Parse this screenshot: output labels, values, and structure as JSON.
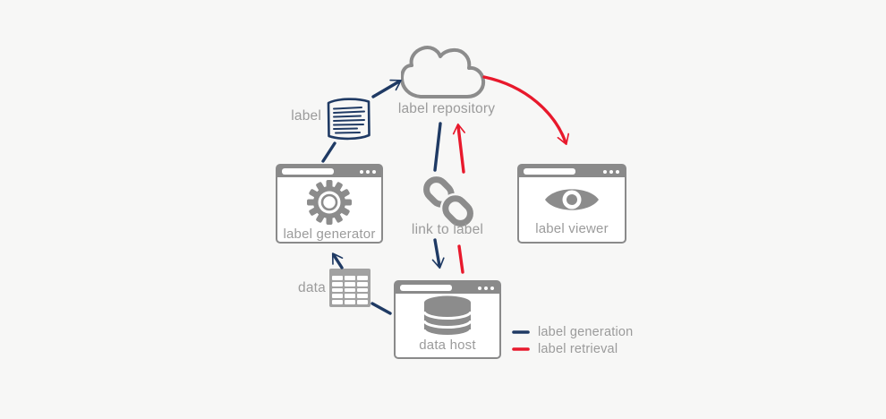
{
  "colors": {
    "background": "#f7f7f6",
    "label_generation": "#1f3a64",
    "label_retrieval": "#e8192c",
    "icon_gray": "#8c8c8c",
    "muted_text": "#9b9b9b"
  },
  "nodes": {
    "repository": {
      "label": "label repository",
      "icon": "cloud-icon"
    },
    "label_doc": {
      "label": "label",
      "icon": "document-icon"
    },
    "generator": {
      "label": "label generator",
      "icon": "gear-icon"
    },
    "link": {
      "label": "link to label",
      "icon": "chain-link-icon"
    },
    "viewer": {
      "label": "label viewer",
      "icon": "eye-icon"
    },
    "data_table": {
      "label": "data",
      "icon": "table-icon"
    },
    "data_host": {
      "label": "data host",
      "icon": "database-icon"
    }
  },
  "edges": [
    {
      "from": "data host",
      "to": "data",
      "flow": "label generation"
    },
    {
      "from": "data",
      "to": "label generator",
      "flow": "label generation"
    },
    {
      "from": "label generator",
      "to": "label",
      "flow": "label generation"
    },
    {
      "from": "label",
      "to": "label repository",
      "flow": "label generation"
    },
    {
      "from": "label repository",
      "to": "link to label",
      "flow": "label generation"
    },
    {
      "from": "link to label",
      "to": "data host",
      "flow": "label generation"
    },
    {
      "from": "data host",
      "to": "link to label",
      "flow": "label retrieval"
    },
    {
      "from": "link to label",
      "to": "label repository",
      "flow": "label retrieval"
    },
    {
      "from": "label repository",
      "to": "label viewer",
      "flow": "label retrieval"
    }
  ],
  "legend": {
    "items": [
      {
        "label": "label generation",
        "color": "#1f3a64"
      },
      {
        "label": "label retrieval",
        "color": "#e8192c"
      }
    ]
  }
}
